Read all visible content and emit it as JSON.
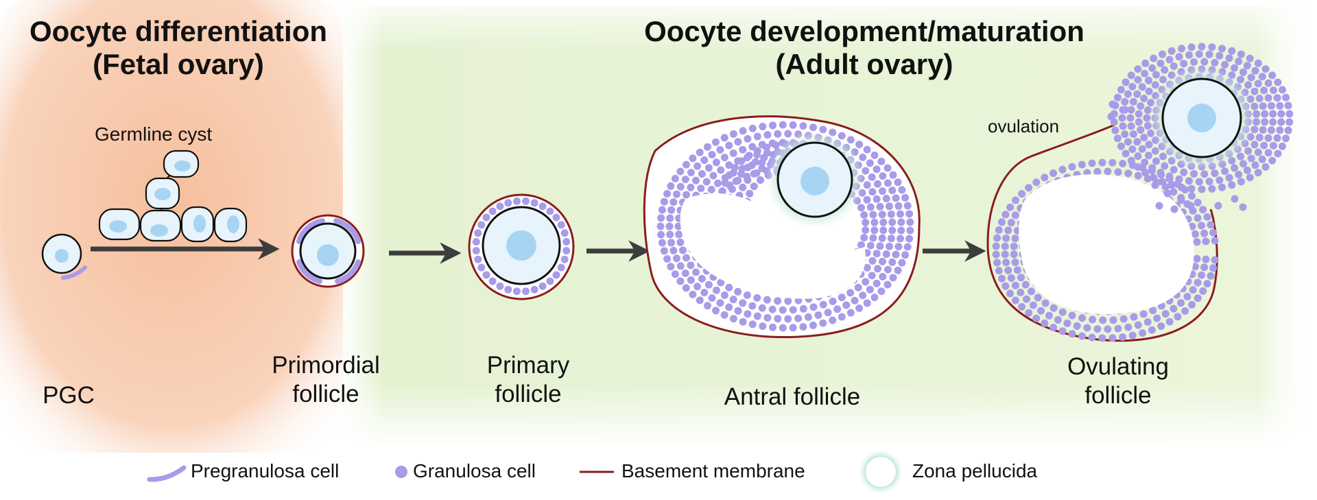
{
  "headings": {
    "differentiation": {
      "line1": "Oocyte differentiation",
      "line2": "(Fetal ovary)"
    },
    "development": {
      "line1": "Oocyte development/maturation",
      "line2": "(Adult ovary)"
    }
  },
  "stages": {
    "pgc": "PGC",
    "germline_cyst": "Germline cyst",
    "primordial": {
      "line1": "Primordial",
      "line2": "follicle"
    },
    "primary": {
      "line1": "Primary",
      "line2": "follicle"
    },
    "antral": "Antral follicle",
    "ovulating": {
      "line1": "Ovulating",
      "line2": "follicle"
    },
    "ovulation": "ovulation"
  },
  "legend": {
    "pregranulosa": "Pregranulosa cell",
    "granulosa": "Granulosa cell",
    "basement": "Basement membrane",
    "zona": "Zona pellucida"
  },
  "colors": {
    "fetal_region": "#f7c6a8",
    "adult_region": "#e6f3d3",
    "granulosa": "#a89be8",
    "membrane": "#8b1c1c",
    "oocyte_fill": "#e8f4fb",
    "nucleus": "#a8d4f4",
    "zona_glow": "#b9e4d2",
    "arrow": "#3d3d3d"
  }
}
